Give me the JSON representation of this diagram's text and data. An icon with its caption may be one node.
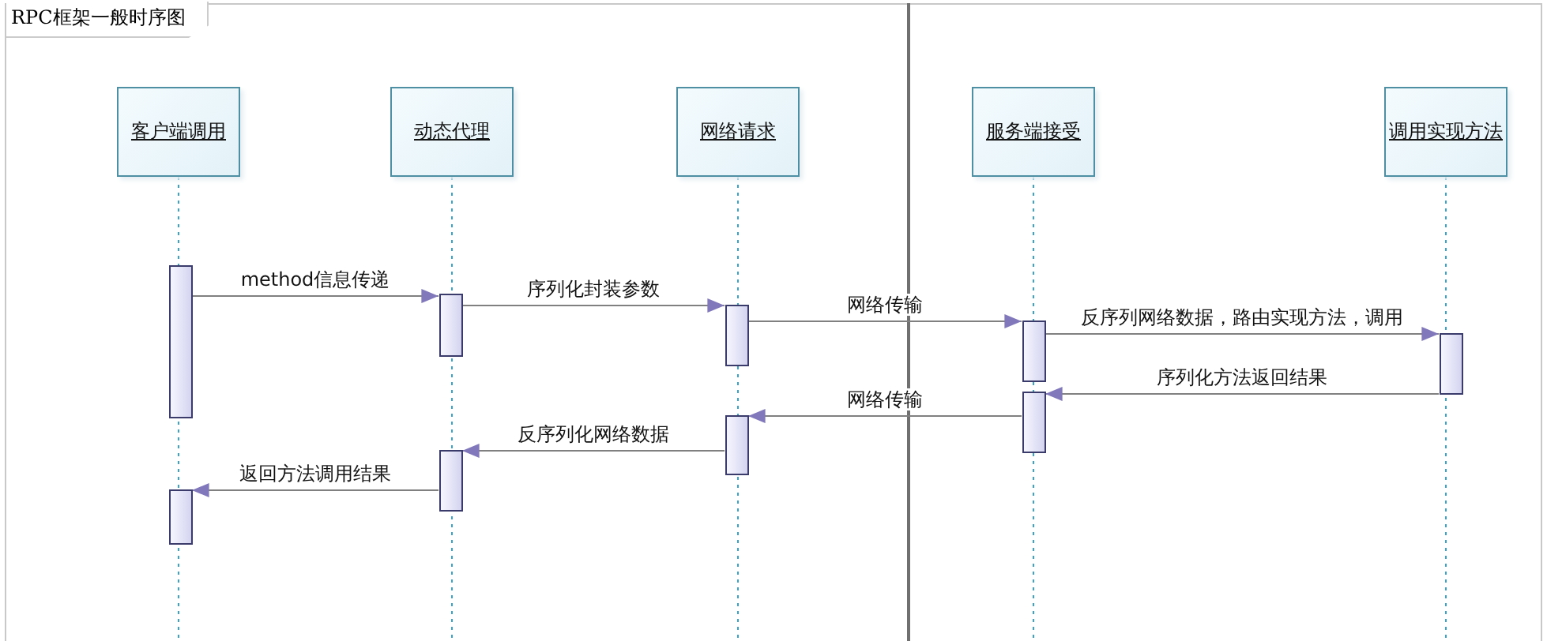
{
  "diagram": {
    "title": "RPC框架一般时序图",
    "nodes": [
      {
        "text": [
          "客户端调用"
        ]
      },
      {
        "text": [
          "动态代理"
        ]
      },
      {
        "text": [
          "网络请求"
        ]
      },
      {
        "text": [
          "服务端接受"
        ]
      },
      {
        "text": [
          "调用实现方法"
        ]
      },
      {
        "text": [],
        "shape": "bar"
      },
      {
        "text": [],
        "shape": "bar"
      },
      {
        "text": [],
        "shape": "bar"
      },
      {
        "text": [],
        "shape": "bar"
      },
      {
        "text": [],
        "shape": "bar"
      },
      {
        "text": [],
        "shape": "bar"
      },
      {
        "text": [],
        "shape": "bar"
      },
      {
        "text": [],
        "shape": "bar"
      },
      {
        "text": [],
        "shape": "bar"
      }
    ],
    "edges": [
      {
        "from": 5,
        "to": 7,
        "arrow": "to",
        "label": "method信息传递"
      },
      {
        "from": 7,
        "to": 9,
        "arrow": "to",
        "label": "序列化封装参数"
      },
      {
        "from": 9,
        "to": 11,
        "arrow": "to",
        "label": "网络传输"
      },
      {
        "from": 11,
        "to": 13,
        "arrow": "to",
        "label": "反序列网络数据，路由实现方法，调用"
      },
      {
        "from": 13,
        "to": 12,
        "arrow": "to",
        "label": "序列化方法返回结果"
      },
      {
        "from": 12,
        "to": 10,
        "arrow": "to",
        "label": "网络传输"
      },
      {
        "from": 10,
        "to": 8,
        "arrow": "to",
        "label": "反序列化网络数据"
      },
      {
        "from": 8,
        "to": 6,
        "arrow": "to",
        "label": "返回方法调用结果"
      }
    ]
  }
}
